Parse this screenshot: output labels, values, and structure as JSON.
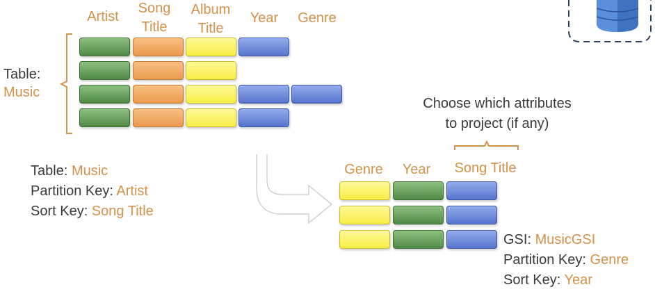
{
  "table": {
    "headers": [
      "Artist",
      "Song Title",
      "Album Title",
      "Year",
      "Genre"
    ],
    "header_lines": [
      [
        "Artist"
      ],
      [
        "Song",
        "Title"
      ],
      [
        "Album",
        "Title"
      ],
      [
        "Year"
      ],
      [
        "Genre"
      ]
    ],
    "label": "Table:",
    "name": "Music",
    "rows": [
      [
        "green",
        "orange",
        "yellow",
        "blue"
      ],
      [
        "green",
        "orange",
        "yellow"
      ],
      [
        "green",
        "orange",
        "yellow",
        "blue",
        "blue"
      ],
      [
        "green",
        "orange",
        "yellow",
        "blue"
      ]
    ]
  },
  "table_info": {
    "table_label": "Table: ",
    "table_value": "Music",
    "pk_label": "Partition Key: ",
    "pk_value": "Artist",
    "sk_label": "Sort Key: ",
    "sk_value": "Song Title"
  },
  "projection": {
    "line1": "Choose which attributes",
    "line2": "to project (if any)"
  },
  "gsi": {
    "headers": [
      "Genre",
      "Year",
      "Song Title"
    ],
    "rows": [
      [
        "yellow",
        "green",
        "blue"
      ],
      [
        "yellow",
        "green",
        "blue"
      ],
      [
        "yellow",
        "green",
        "blue"
      ]
    ],
    "gsi_label": "GSI: ",
    "gsi_value": "MusicGSI",
    "pk_label": "Partition Key: ",
    "pk_value": "Genre",
    "sk_label": "Sort Key: ",
    "sk_value": "Year"
  },
  "colors": {
    "accent": "#d4914a",
    "text": "#3a3a3a",
    "green": "#6aa35d",
    "orange": "#f2ad68",
    "yellow": "#fbf46e",
    "blue": "#7590de",
    "db_icon": "#3f73c0"
  },
  "icons": [
    "database-icon",
    "curved-arrow-icon"
  ]
}
